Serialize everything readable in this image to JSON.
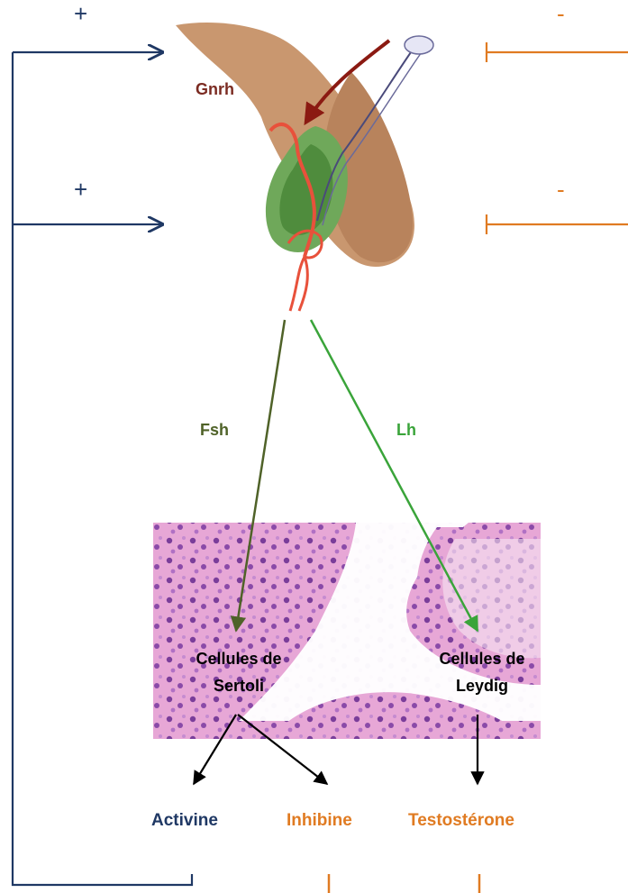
{
  "signs": {
    "plus_top": "+",
    "plus_bottom": "+",
    "minus_top": "-",
    "minus_bottom": "-"
  },
  "hormones": {
    "gnrh": "Gnrh",
    "fsh": "Fsh",
    "lh": "Lh"
  },
  "cells": {
    "sertoli_line1": "Cellules de",
    "sertoli_line2": "Sertoli",
    "leydig_line1": "Cellules de",
    "leydig_line2": "Leydig"
  },
  "products": {
    "activine": "Activine",
    "inhibine": "Inhibine",
    "testosterone": "Testostérone"
  },
  "colors": {
    "navy": "#1f3864",
    "orange": "#e07b22",
    "gnrh": "#7b2b22",
    "fsh": "#4f6228",
    "lh": "#3aa43a",
    "black": "#000000"
  }
}
